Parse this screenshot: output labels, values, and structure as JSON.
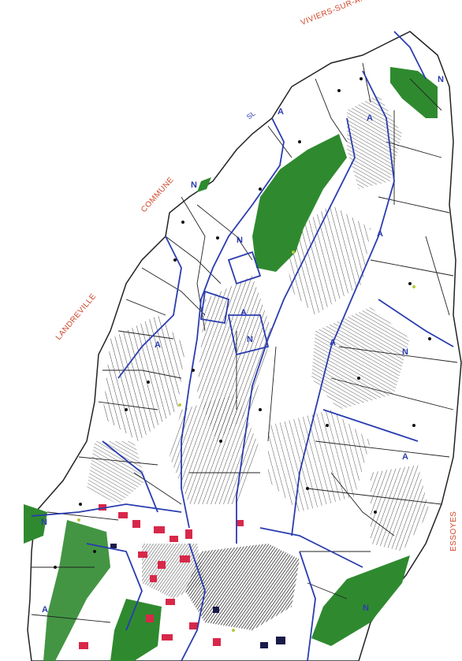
{
  "colors": {
    "zone_boundary": "#2a3cb0",
    "parcel_line": "#222222",
    "forest_zone": "#2f8a2f",
    "built_red": "#d8284a",
    "built_dark": "#111111",
    "commune_label": "#d0452a",
    "zone_letter": "#2a3cb0"
  },
  "commune_labels": {
    "north": "VIVIERS-SUR-A...",
    "northwest": "COMMUNE",
    "west": "LANDREVILLE",
    "east": "ESSOYES"
  },
  "zone_letters": {
    "agricultural": "A",
    "natural": "N",
    "road_code": "SL"
  },
  "icons": {
    "zone_marker": "dot-marker"
  }
}
